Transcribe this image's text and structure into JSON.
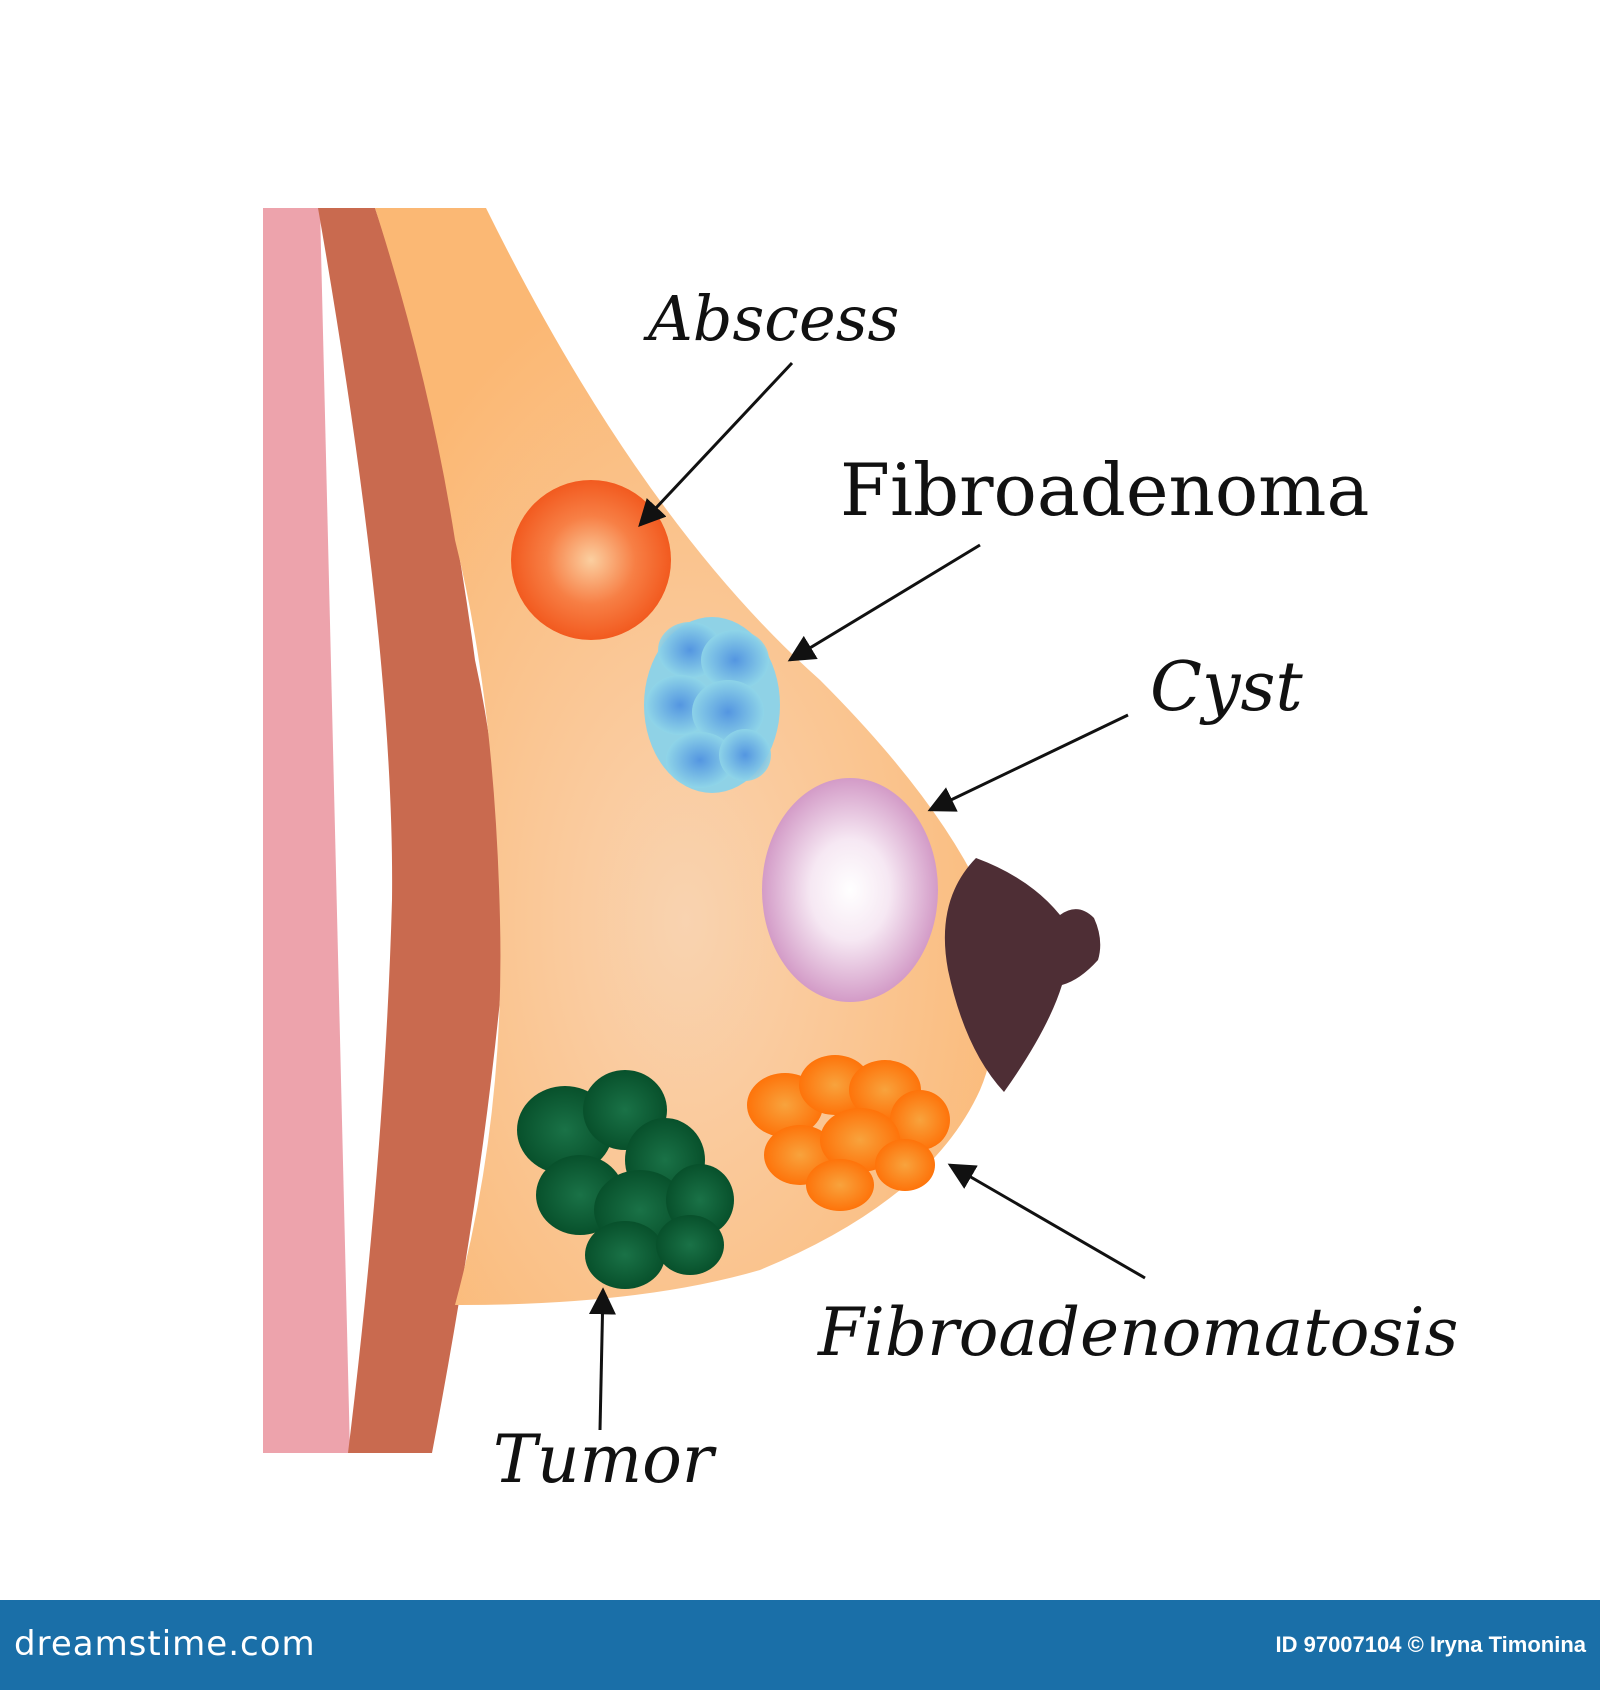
{
  "labels": {
    "abscess": "Abscess",
    "fibroadenoma": "Fibroadenoma",
    "cyst": "Cyst",
    "fibroadenomatosis": "Fibroadenomatosis",
    "tumor": "Tumor"
  },
  "footer": {
    "brand": "dreamstime.com",
    "credit": "ID 97007104 © Iryna Timonina"
  },
  "colors": {
    "skin_outer": "#eda3ac",
    "muscle": "#c96a4f",
    "tissue": "#fbbd7d",
    "nipple": "#4e2e35",
    "abscess": "#f4612a",
    "fibroadenoma": "#7bb3e8",
    "cyst": "#d9a6cd",
    "fibroadenomatosis": "#f98a1c",
    "tumor": "#0b6139",
    "footer_bg": "#1a6fa8"
  }
}
